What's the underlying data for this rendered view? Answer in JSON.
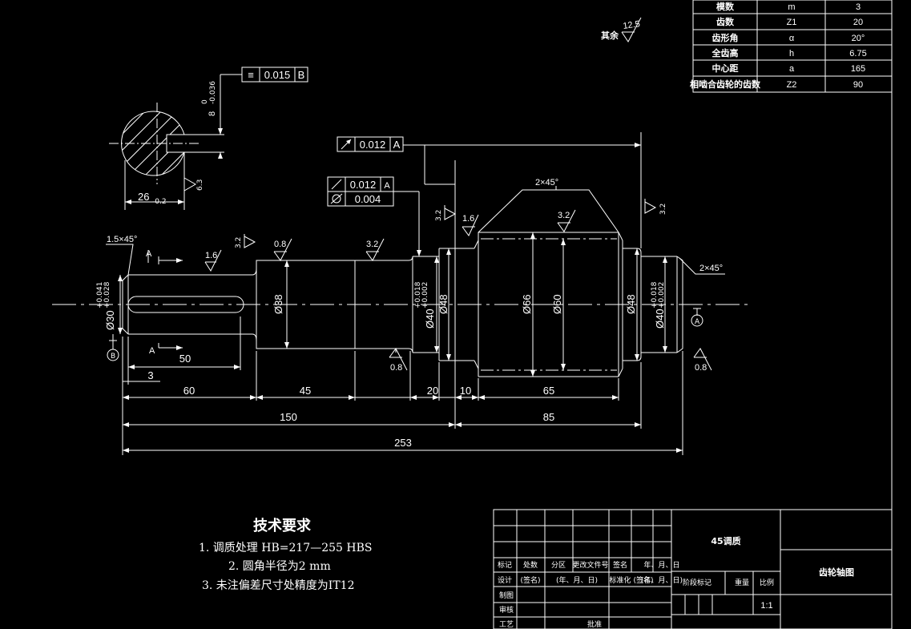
{
  "gear_table": {
    "rows": [
      {
        "name": "模数",
        "symbol": "m",
        "value": "3"
      },
      {
        "name": "齿数",
        "symbol": "Z1",
        "value": "20"
      },
      {
        "name": "齿形角",
        "symbol": "α",
        "value": "20°"
      },
      {
        "name": "全齿高",
        "symbol": "h",
        "value": "6.75"
      },
      {
        "name": "中心距",
        "symbol": "a",
        "value": "165"
      },
      {
        "name": "相啮合齿轮的齿数",
        "symbol": "Z2",
        "value": "90"
      }
    ]
  },
  "roughness": {
    "rest_label": "其余",
    "rest_value": "12.5",
    "r_1_5": "1.5×45°",
    "r32": "3.2",
    "r08": "0.8",
    "r16": "1.6",
    "chamfer_big": "2×45°",
    "chamfer_small": "2×45°"
  },
  "tolerances": {
    "symmetry_symbol": "≡",
    "symmetry_value": "0.015",
    "symmetry_datum": "B",
    "runout_value_top": "0.012",
    "runout_datum_top": "A",
    "runout_value_mid": "0.012",
    "runout_datum_mid": "A",
    "cyl_value": "0.004"
  },
  "section": {
    "key_width": "8",
    "key_width_tol_upper": "0",
    "key_width_tol_lower": "-0.036",
    "depth": "26",
    "depth_tol": "-0.2",
    "ra": "6.3"
  },
  "dimensions": {
    "d30": "Ø30",
    "d30_tol_upper": "+0.041",
    "d30_tol_lower": "+0.028",
    "d38": "Ø38",
    "d40a": "Ø40",
    "d40_tol_upper": "+0.018",
    "d40_tol_lower": "+0.002",
    "d48a": "Ø48",
    "d66": "Ø66",
    "d60": "Ø60",
    "d48b": "Ø48",
    "d40b": "Ø40",
    "len60": "60",
    "len45": "45",
    "len20": "20",
    "len10": "10",
    "len65": "65",
    "len150": "150",
    "len85": "85",
    "len253": "253",
    "key_len": "50",
    "key_off": "3",
    "view_a": "A",
    "datum_a": "A",
    "datum_b": "B"
  },
  "tech_requirements": {
    "title": "技术要求",
    "items": [
      "1.  调质处理  HB=217—255 HBS",
      "2.  圆角半径为2 mm",
      "3.  未注偏差尺寸处精度为IT12"
    ]
  },
  "title_block": {
    "material": "45调质",
    "drawing_name": "齿轮轴图",
    "scale": "1:1",
    "row_labels": [
      "标记",
      "处数",
      "分区",
      "更改文件号",
      "签名",
      "年、月、日"
    ],
    "design_row": [
      "设计",
      "(签名)",
      "(年、月、日)",
      "标准化",
      "(签名)",
      "(年、月、日)"
    ],
    "check": "制图",
    "review": "审核",
    "process": "工艺",
    "approve": "批准",
    "stage_mark": "阶段标记",
    "weight": "重量",
    "ratio": "比例"
  }
}
